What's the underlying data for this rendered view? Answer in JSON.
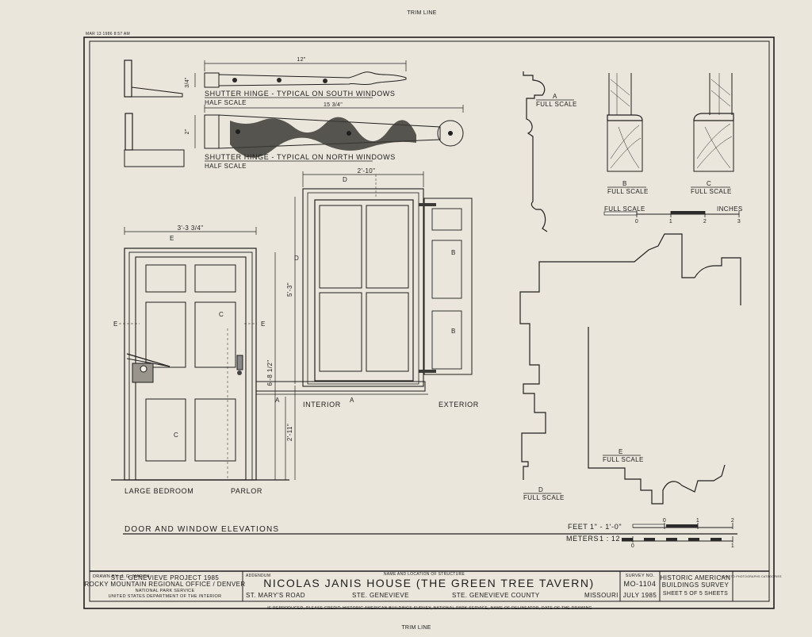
{
  "trim_line_top": "TRIM LINE",
  "trim_line_bottom": "TRIM LINE",
  "stamp": "MAR 13 1986 8:57 AM",
  "hinges": {
    "south_dim": "12\"",
    "south_height": "3/4\"",
    "south_label": "SHUTTER HINGE - TYPICAL ON SOUTH WINDOWS",
    "south_scale": "HALF SCALE",
    "north_dim": "15 3/4\"",
    "north_height": "2\"",
    "north_label": "SHUTTER HINGE - TYPICAL ON NORTH WINDOWS",
    "north_scale": "HALF SCALE"
  },
  "profiles": {
    "a_letter": "A",
    "a_scale": "FULL SCALE",
    "b_letter": "B",
    "b_scale": "FULL SCALE",
    "c_letter": "C",
    "c_scale": "FULL SCALE",
    "d_letter": "D",
    "d_scale": "FULL SCALE",
    "e_letter": "E",
    "e_scale": "FULL SCALE",
    "inch_scale_left": "FULL SCALE",
    "inch_scale_right": "INCHES",
    "inch_ticks": [
      "0",
      "1",
      "2",
      "3"
    ]
  },
  "door": {
    "width_dim": "3'-3 3/4\"",
    "height_dim": "6'-8 1/2\"",
    "letter_e_top": "E",
    "letter_e_left": "E",
    "letter_e_right": "E",
    "letter_c_upper": "C",
    "letter_c_lower": "C",
    "room_left": "LARGE BEDROOM",
    "room_right": "PARLOR"
  },
  "window": {
    "width_dim": "2'-10\"",
    "height_dim": "5'-3\"",
    "sill_dim": "2'-11\"",
    "letter_d_top": "D",
    "letter_d_side": "D",
    "letter_b_upper": "B",
    "letter_b_lower": "B",
    "letter_a_left": "A",
    "letter_a_bottom": "A",
    "interior": "INTERIOR",
    "exterior": "EXTERIOR"
  },
  "drawing_title": "DOOR AND WINDOW ELEVATIONS",
  "scales": {
    "feet_label": "FEET",
    "feet_ratio": "1\" - 1'-0\"",
    "feet_ticks": [
      "0",
      "1",
      "2"
    ],
    "meters_label": "METERS",
    "meters_ratio": "1 : 12",
    "meters_ticks": [
      "0",
      "1"
    ]
  },
  "title_block": {
    "drawn_by": "DRAWN BY:  J. G. MARCH",
    "project": "STE. GENEVIEVE PROJECT 1985",
    "office": "ROCKY MOUNTAIN REGIONAL OFFICE / DENVER",
    "service": "NATIONAL PARK SERVICE",
    "department": "UNITED STATES DEPARTMENT OF THE INTERIOR",
    "addendum": "ADDENDUM",
    "name_caption": "NAME AND LOCATION OF STRUCTURE",
    "name": "NICOLAS JANIS HOUSE (THE GREEN TREE TAVERN)",
    "road": "ST. MARY'S ROAD",
    "town": "STE. GENEVIEVE",
    "county": "STE. GENEVIEVE COUNTY",
    "state": "MISSOURI",
    "survey_caption": "SURVEY NO.",
    "survey_no": "MO-1104",
    "date": "JULY 1985",
    "agency1": "HISTORIC AMERICAN",
    "agency2": "BUILDINGS SURVEY",
    "sheet": "SHEET 5 OF 5 SHEETS",
    "index": "INDEX TO PHOTOGRAPHS CATEGORIES",
    "credit": "IF REPRODUCED, PLEASE CREDIT: HISTORIC AMERICAN BUILDINGS SURVEY, NATIONAL PARK SERVICE, NAME OF DELINEATOR, DATE OF THE DRAWING"
  }
}
